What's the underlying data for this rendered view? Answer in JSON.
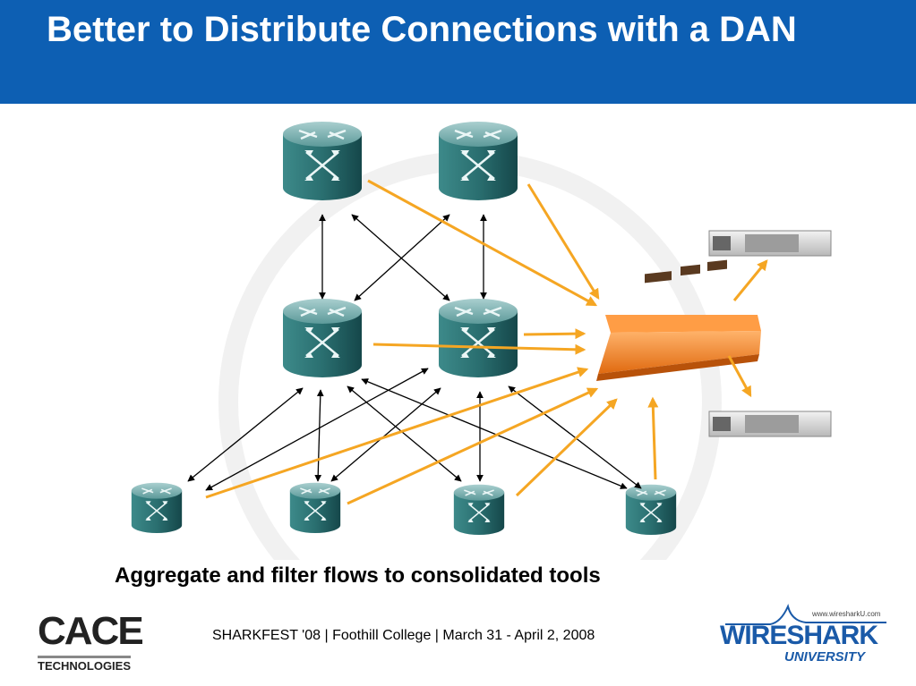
{
  "slide": {
    "title": "Better to Distribute Connections with a DAN",
    "caption": "Aggregate and filter flows to consolidated tools",
    "footer": "SHARKFEST '08  |  Foothill College  |  March 31 - April 2, 2008"
  },
  "logos": {
    "cace": {
      "word": "CACE",
      "sub": "TECHNOLOGIES"
    },
    "wireshark": {
      "url": "www.wiresharkU.com",
      "word": "WIRESHARK",
      "sub": "UNIVERSITY"
    }
  },
  "colors": {
    "header_blue": "#0d5fb3",
    "aggregation_arrow": "#f5a623",
    "connection_arrow": "#000000",
    "router_teal": "#2f7f7f",
    "appliance_orange": "#f07a1c"
  },
  "diagram": {
    "icons": {
      "router": "router-icon",
      "appliance": "aggregation-appliance-icon",
      "server": "server-icon",
      "watermark": "sharkfest-watermark"
    }
  }
}
